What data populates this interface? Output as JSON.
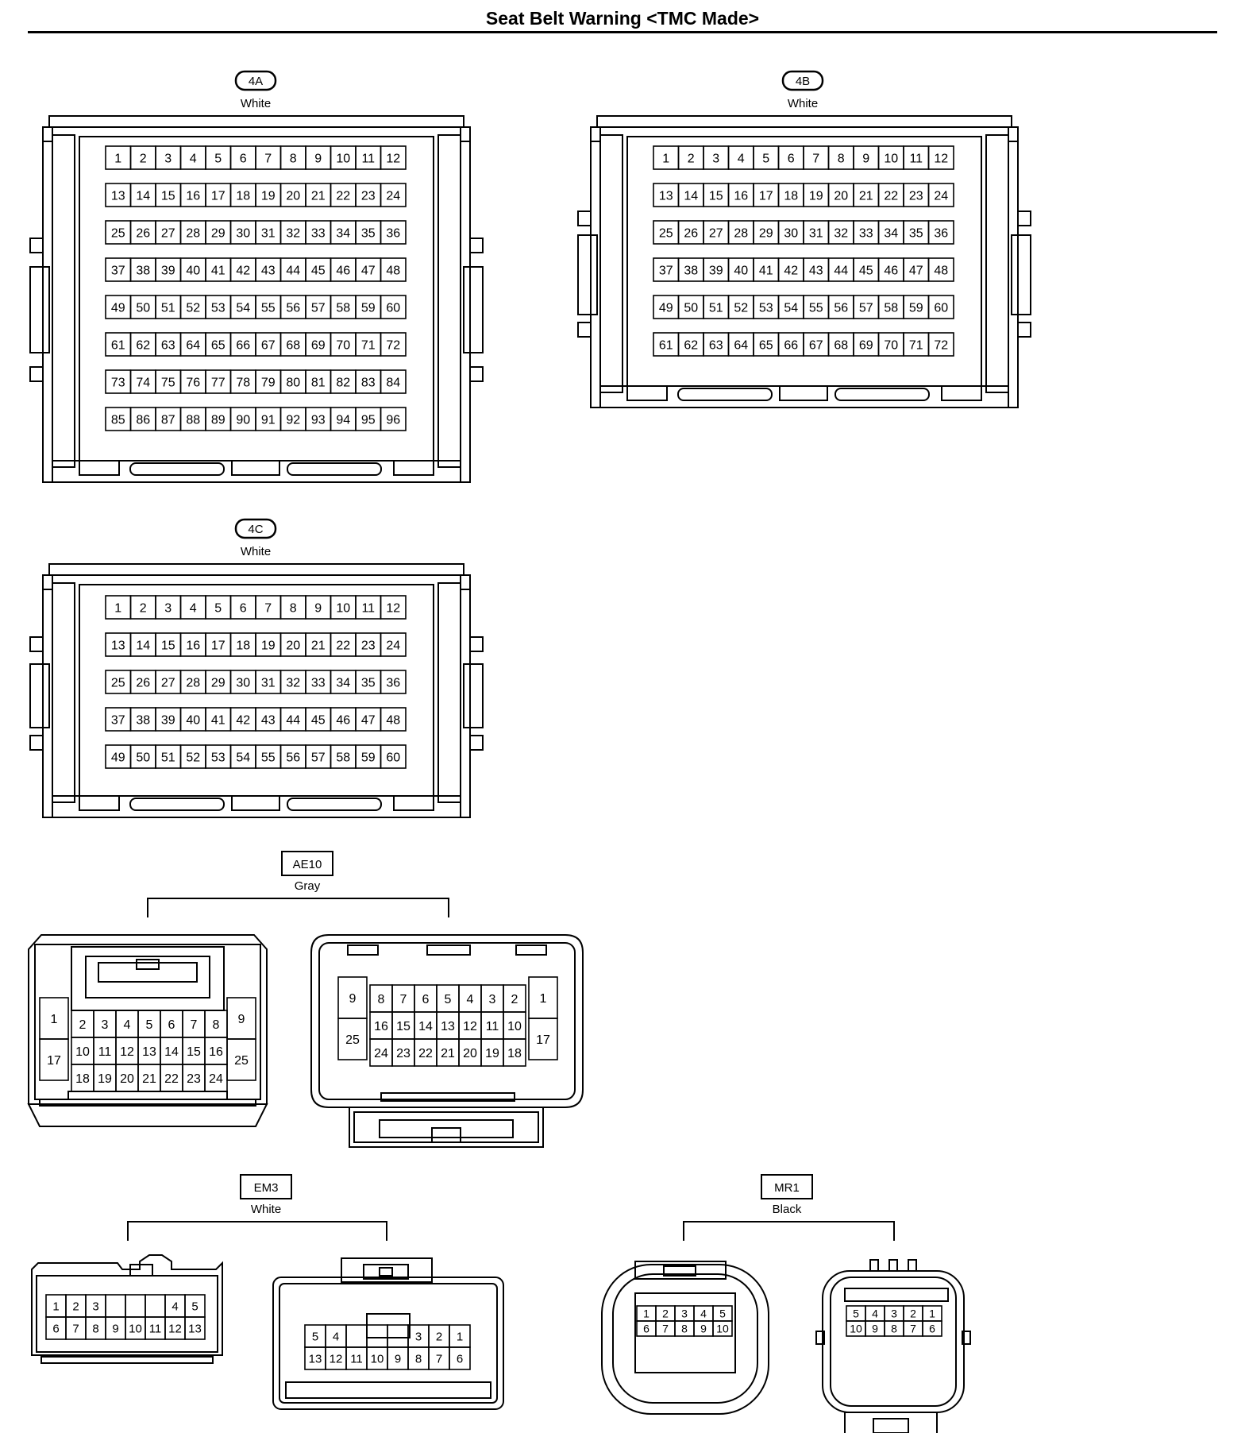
{
  "title": "Seat Belt Warning <TMC Made>",
  "connectors": [
    {
      "id": "4A",
      "color": "White",
      "rows": [
        [
          "1",
          "2",
          "3",
          "4",
          "5",
          "6",
          "7",
          "8",
          "9",
          "10",
          "11",
          "12"
        ],
        [
          "13",
          "14",
          "15",
          "16",
          "17",
          "18",
          "19",
          "20",
          "21",
          "22",
          "23",
          "24"
        ],
        [
          "25",
          "26",
          "27",
          "28",
          "29",
          "30",
          "31",
          "32",
          "33",
          "34",
          "35",
          "36"
        ],
        [
          "37",
          "38",
          "39",
          "40",
          "41",
          "42",
          "43",
          "44",
          "45",
          "46",
          "47",
          "48"
        ],
        [
          "49",
          "50",
          "51",
          "52",
          "53",
          "54",
          "55",
          "56",
          "57",
          "58",
          "59",
          "60"
        ],
        [
          "61",
          "62",
          "63",
          "64",
          "65",
          "66",
          "67",
          "68",
          "69",
          "70",
          "71",
          "72"
        ],
        [
          "73",
          "74",
          "75",
          "76",
          "77",
          "78",
          "79",
          "80",
          "81",
          "82",
          "83",
          "84"
        ],
        [
          "85",
          "86",
          "87",
          "88",
          "89",
          "90",
          "91",
          "92",
          "93",
          "94",
          "95",
          "96"
        ]
      ]
    },
    {
      "id": "4B",
      "color": "White",
      "rows": [
        [
          "1",
          "2",
          "3",
          "4",
          "5",
          "6",
          "7",
          "8",
          "9",
          "10",
          "11",
          "12"
        ],
        [
          "13",
          "14",
          "15",
          "16",
          "17",
          "18",
          "19",
          "20",
          "21",
          "22",
          "23",
          "24"
        ],
        [
          "25",
          "26",
          "27",
          "28",
          "29",
          "30",
          "31",
          "32",
          "33",
          "34",
          "35",
          "36"
        ],
        [
          "37",
          "38",
          "39",
          "40",
          "41",
          "42",
          "43",
          "44",
          "45",
          "46",
          "47",
          "48"
        ],
        [
          "49",
          "50",
          "51",
          "52",
          "53",
          "54",
          "55",
          "56",
          "57",
          "58",
          "59",
          "60"
        ],
        [
          "61",
          "62",
          "63",
          "64",
          "65",
          "66",
          "67",
          "68",
          "69",
          "70",
          "71",
          "72"
        ]
      ]
    },
    {
      "id": "4C",
      "color": "White",
      "rows": [
        [
          "1",
          "2",
          "3",
          "4",
          "5",
          "6",
          "7",
          "8",
          "9",
          "10",
          "11",
          "12"
        ],
        [
          "13",
          "14",
          "15",
          "16",
          "17",
          "18",
          "19",
          "20",
          "21",
          "22",
          "23",
          "24"
        ],
        [
          "25",
          "26",
          "27",
          "28",
          "29",
          "30",
          "31",
          "32",
          "33",
          "34",
          "35",
          "36"
        ],
        [
          "37",
          "38",
          "39",
          "40",
          "41",
          "42",
          "43",
          "44",
          "45",
          "46",
          "47",
          "48"
        ],
        [
          "49",
          "50",
          "51",
          "52",
          "53",
          "54",
          "55",
          "56",
          "57",
          "58",
          "59",
          "60"
        ]
      ]
    }
  ],
  "pairs": [
    {
      "id": "AE10",
      "color": "Gray",
      "left": {
        "side_left": [
          "1",
          "17"
        ],
        "side_right": [
          "9",
          "25"
        ],
        "rows": [
          [
            "2",
            "3",
            "4",
            "5",
            "6",
            "7",
            "8"
          ],
          [
            "10",
            "11",
            "12",
            "13",
            "14",
            "15",
            "16"
          ],
          [
            "18",
            "19",
            "20",
            "21",
            "22",
            "23",
            "24"
          ]
        ]
      },
      "right": {
        "side_left": [
          "9",
          "25"
        ],
        "side_right": [
          "1",
          "17"
        ],
        "rows": [
          [
            "8",
            "7",
            "6",
            "5",
            "4",
            "3",
            "2"
          ],
          [
            "16",
            "15",
            "14",
            "13",
            "12",
            "11",
            "10"
          ],
          [
            "24",
            "23",
            "22",
            "21",
            "20",
            "19",
            "18"
          ]
        ]
      }
    },
    {
      "id": "EM3",
      "color": "White",
      "left": {
        "rows": [
          [
            "1",
            "2",
            "3",
            "",
            "",
            "",
            "4",
            "5"
          ],
          [
            "6",
            "7",
            "8",
            "9",
            "10",
            "11",
            "12",
            "13"
          ]
        ]
      },
      "right": {
        "rows": [
          [
            "5",
            "4",
            "",
            "",
            "",
            "3",
            "2",
            "1"
          ],
          [
            "13",
            "12",
            "11",
            "10",
            "9",
            "8",
            "7",
            "6"
          ]
        ]
      }
    },
    {
      "id": "MR1",
      "color": "Black",
      "left": {
        "rows": [
          [
            "1",
            "2",
            "3",
            "4",
            "5"
          ],
          [
            "6",
            "7",
            "8",
            "9",
            "10"
          ]
        ]
      },
      "right": {
        "rows": [
          [
            "5",
            "4",
            "3",
            "2",
            "1"
          ],
          [
            "10",
            "9",
            "8",
            "7",
            "6"
          ]
        ]
      }
    }
  ]
}
